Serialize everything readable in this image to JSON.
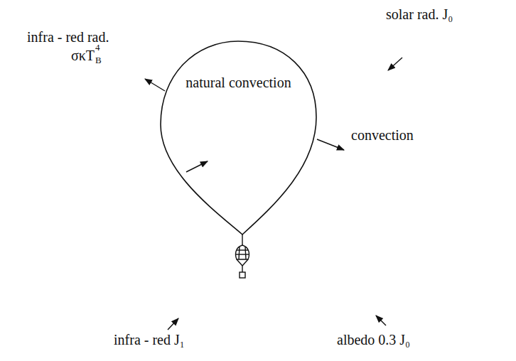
{
  "diagram": {
    "nodes": [
      {
        "text": [
          "natural convection"
        ]
      }
    ],
    "labels": [
      "solar rad. J₀",
      "infra - red rad.",
      "σκT",
      "B",
      "4",
      "convection",
      "infra - red J₁",
      "albedo 0.3 J₀"
    ]
  }
}
